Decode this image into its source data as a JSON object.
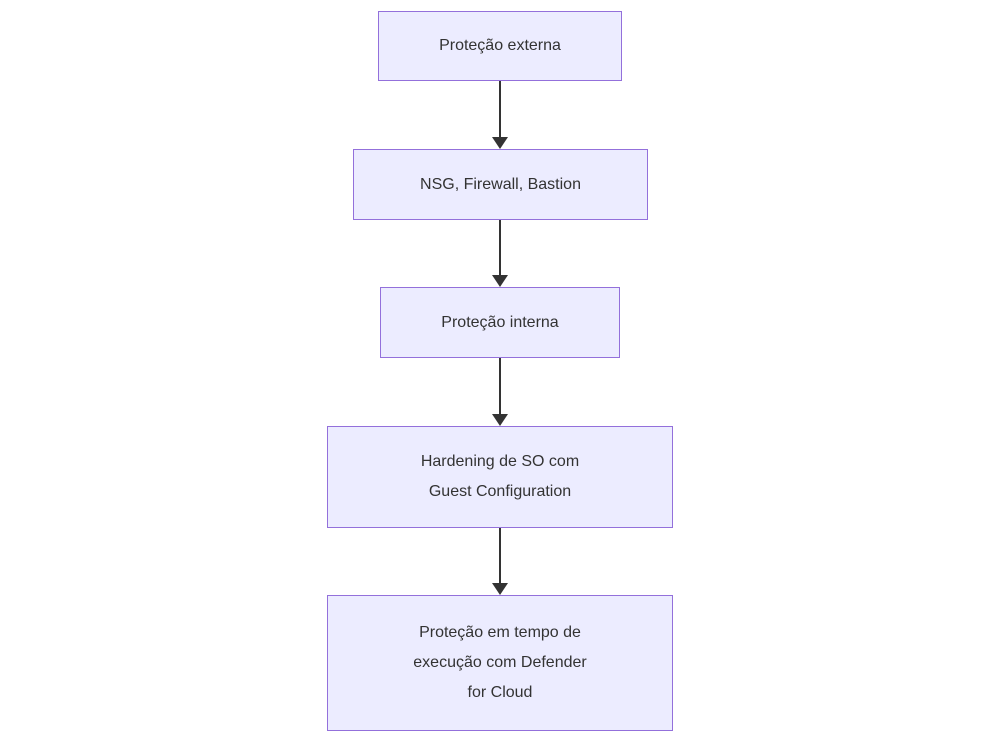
{
  "diagram": {
    "type": "flowchart-vertical",
    "direction": "top-down",
    "colors": {
      "background": "#FFFFFF",
      "node_fill": "#ECECFF",
      "node_border": "#9370DB",
      "text": "#333333",
      "arrow": "#333333"
    },
    "nodes": [
      {
        "id": "n1",
        "label": "Proteção externa"
      },
      {
        "id": "n2",
        "label": "NSG, Firewall, Bastion"
      },
      {
        "id": "n3",
        "label": "Proteção interna"
      },
      {
        "id": "n4",
        "label": "Hardening de SO com\nGuest Configuration"
      },
      {
        "id": "n5",
        "label": "Proteção em tempo de\nexecução com Defender\nfor Cloud"
      }
    ],
    "edges": [
      {
        "from": "n1",
        "to": "n2"
      },
      {
        "from": "n2",
        "to": "n3"
      },
      {
        "from": "n3",
        "to": "n4"
      },
      {
        "from": "n4",
        "to": "n5"
      }
    ]
  }
}
